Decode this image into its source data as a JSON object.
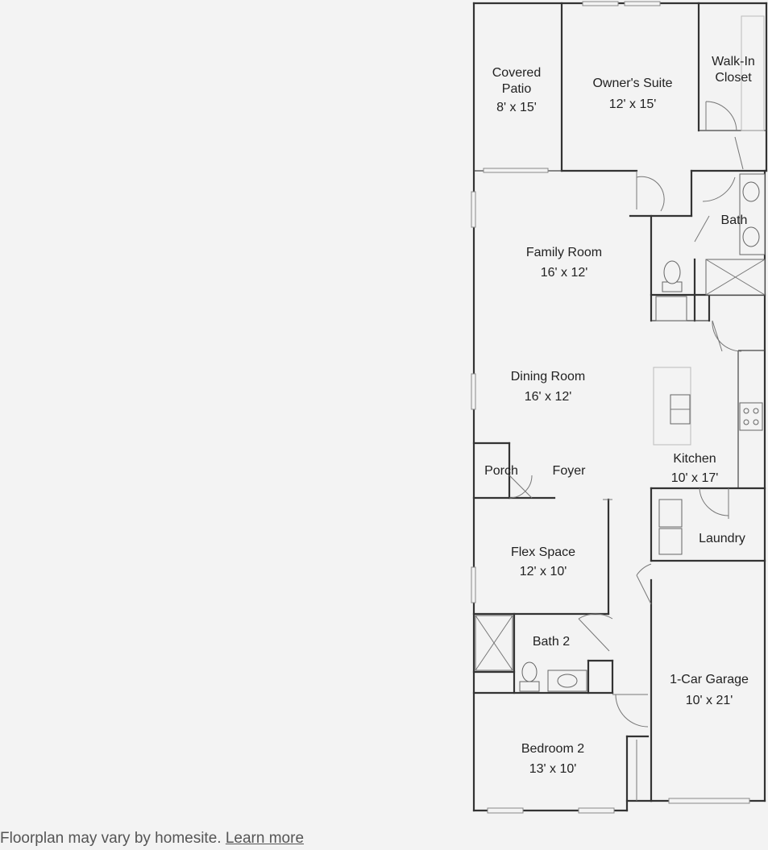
{
  "rooms": {
    "covered_patio": {
      "name1": "Covered",
      "name2": "Patio",
      "dims": "8' x 15'"
    },
    "owners_suite": {
      "name": "Owner's Suite",
      "dims": "12' x 15'"
    },
    "walk_in_closet": {
      "name1": "Walk-In",
      "name2": "Closet"
    },
    "bath": {
      "name": "Bath"
    },
    "family_room": {
      "name": "Family Room",
      "dims": "16' x 12'"
    },
    "dining_room": {
      "name": "Dining Room",
      "dims": "16' x 12'"
    },
    "porch": {
      "name": "Porch"
    },
    "foyer": {
      "name": "Foyer"
    },
    "kitchen": {
      "name": "Kitchen",
      "dims": "10' x 17'"
    },
    "laundry": {
      "name": "Laundry"
    },
    "flex_space": {
      "name": "Flex Space",
      "dims": "12' x 10'"
    },
    "bath_2": {
      "name": "Bath 2"
    },
    "garage": {
      "name": "1-Car Garage",
      "dims": "10' x 21'"
    },
    "bedroom_2": {
      "name": "Bedroom 2",
      "dims": "13' x 10'"
    }
  },
  "footer": {
    "text": "Floorplan may vary by homesite.",
    "link": "Learn more"
  }
}
